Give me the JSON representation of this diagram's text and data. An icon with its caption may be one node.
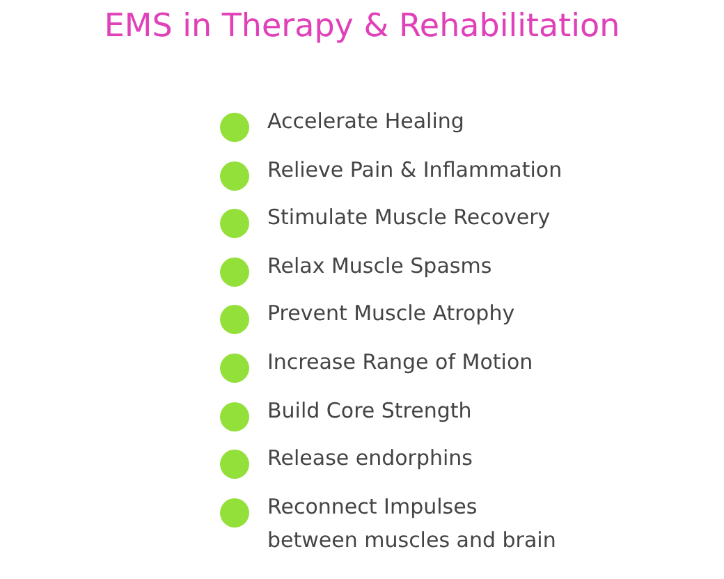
{
  "diagram": {
    "title": "EMS in Therapy & Rehabilitation",
    "labels": [
      "Accelerate Healing",
      "Relieve Pain & Inflammation",
      "Stimulate Muscle Recovery",
      "Relax Muscle Spasms",
      "Prevent Muscle Atrophy",
      "Increase Range of Motion",
      "Build Core Strength",
      "Release endorphins",
      "Reconnect Impulses between muscles and brain"
    ]
  }
}
